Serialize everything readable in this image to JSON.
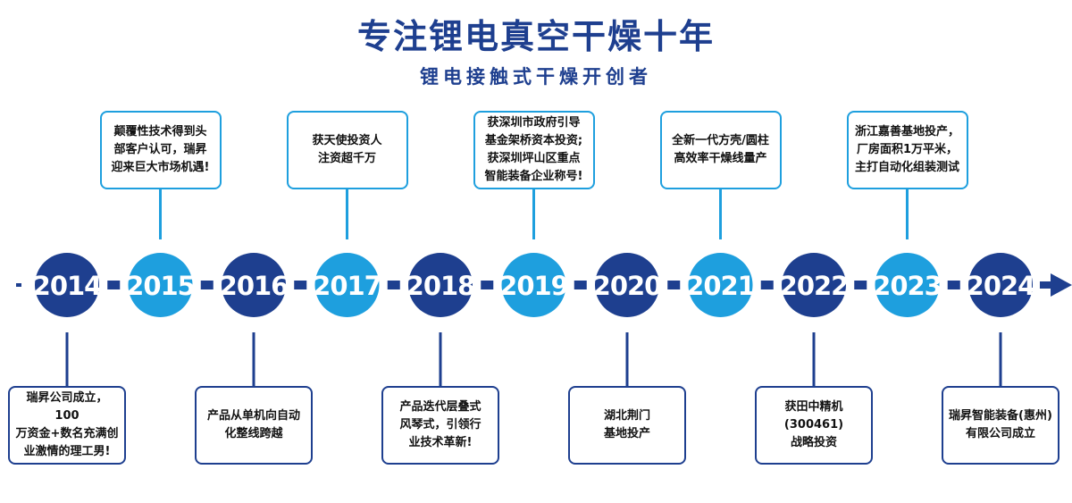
{
  "header": {
    "title": "专注锂电真空干燥十年",
    "subtitle": "锂电接触式干燥开创者"
  },
  "colors": {
    "dark": "#1e3f8f",
    "light": "#1e9fde",
    "title": "#1e3f8f"
  },
  "timeline": {
    "years": [
      "2014",
      "2015",
      "2016",
      "2017",
      "2018",
      "2019",
      "2020",
      "2021",
      "2022",
      "2023",
      "2024"
    ],
    "top_events": [
      {
        "year": "2015",
        "text": "颠覆性技术得到头\n部客户认可，瑞昇\n迎来巨大市场机遇!"
      },
      {
        "year": "2017",
        "text": "获天使投资人\n注资超千万"
      },
      {
        "year": "2019",
        "text": "获深圳市政府引导\n基金架桥资本投资;\n获深圳坪山区重点\n智能装备企业称号!"
      },
      {
        "year": "2021",
        "text": "全新一代方壳/圆柱\n高效率干燥线量产"
      },
      {
        "year": "2023",
        "text": "浙江嘉善基地投产，\n厂房面积1万平米，\n主打自动化组装测试"
      }
    ],
    "bottom_events": [
      {
        "year": "2014",
        "text": "瑞昇公司成立，100\n万资金+数名充满创\n业激情的理工男!"
      },
      {
        "year": "2016",
        "text": "产品从单机向自动\n化整线跨越"
      },
      {
        "year": "2018",
        "text": "产品迭代层叠式\n风琴式，引领行\n业技术革新!"
      },
      {
        "year": "2020",
        "text": "湖北荆门\n基地投产"
      },
      {
        "year": "2022",
        "text": "获田中精机\n(300461)\n战略投资"
      },
      {
        "year": "2024",
        "text": "瑞昇智能装备(惠州)\n有限公司成立"
      }
    ]
  }
}
